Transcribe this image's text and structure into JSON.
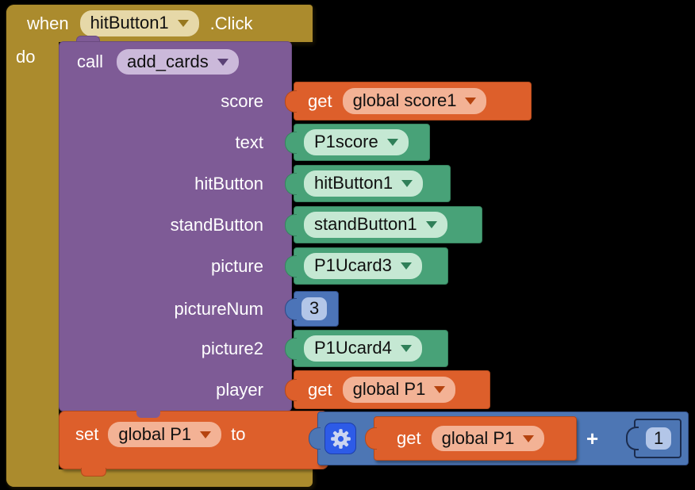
{
  "when_block": {
    "keyword": "when",
    "component": "hitButton1",
    "event": ".Click",
    "do_label": "do"
  },
  "call_block": {
    "keyword": "call",
    "procedure": "add_cards",
    "params": [
      {
        "label": "score"
      },
      {
        "label": "text"
      },
      {
        "label": "hitButton"
      },
      {
        "label": "standButton"
      },
      {
        "label": "picture"
      },
      {
        "label": "pictureNum"
      },
      {
        "label": "picture2"
      },
      {
        "label": "player"
      }
    ]
  },
  "values": {
    "score_get": {
      "keyword": "get",
      "variable": "global score1"
    },
    "text": "P1score",
    "hitButton": "hitButton1",
    "standButton": "standButton1",
    "picture": "P1Ucard3",
    "pictureNum": "3",
    "picture2": "P1Ucard4",
    "player_get": {
      "keyword": "get",
      "variable": "global P1"
    }
  },
  "set_block": {
    "keyword": "set",
    "variable": "global P1",
    "to_label": "to"
  },
  "math_block": {
    "operator": "+",
    "left_get": {
      "keyword": "get",
      "variable": "global P1"
    },
    "right_number": "1"
  },
  "icons": {
    "gear": "mutator-gear",
    "caret": "chevron-down"
  },
  "colors": {
    "event_gold": "#AB8B2D",
    "procedure_purple": "#7E5B96",
    "component_green": "#48A278",
    "variable_orange": "#DD5F2B",
    "math_blue": "#4D76B4",
    "gear_button_blue": "#2D5BE7",
    "canvas_background": "#000000"
  }
}
